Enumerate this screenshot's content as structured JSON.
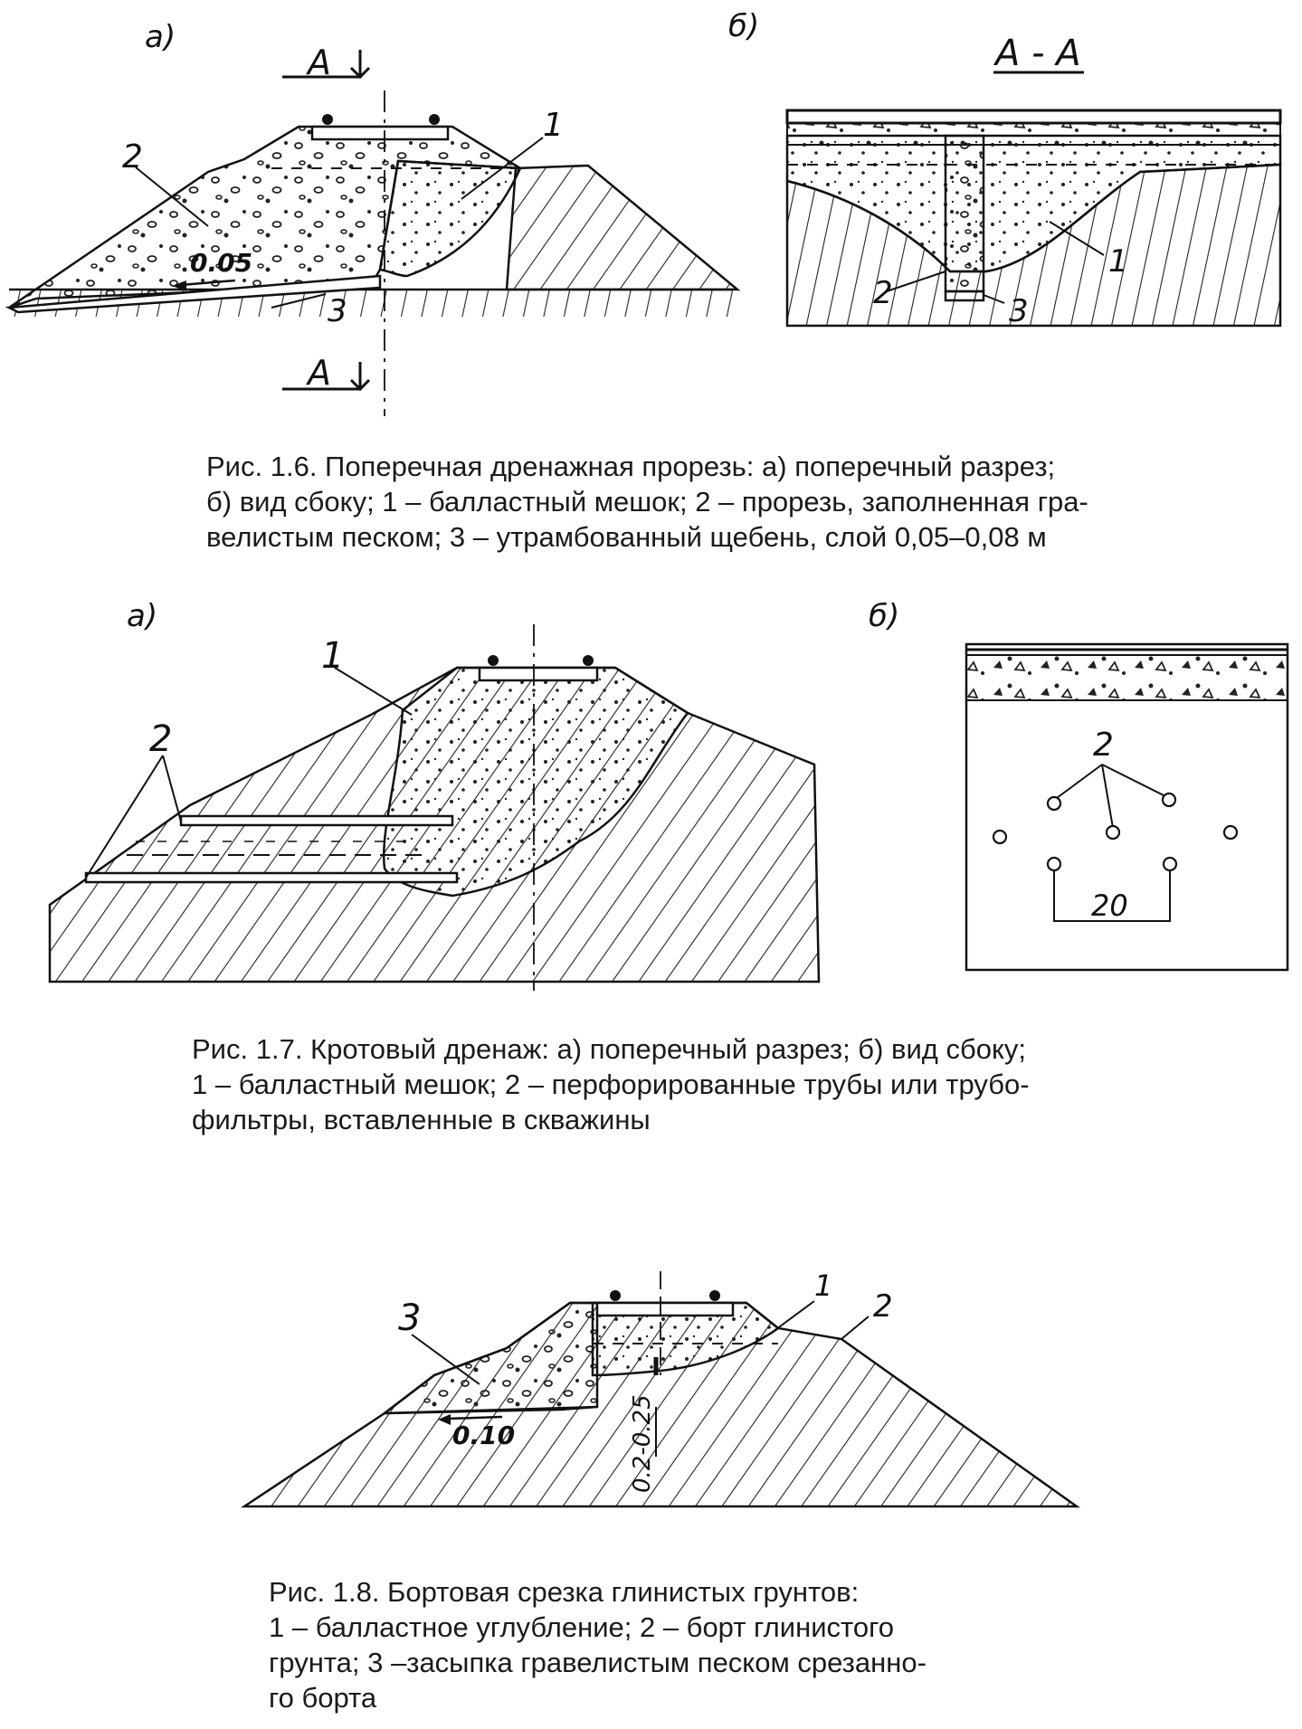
{
  "fig16": {
    "label_a": "а)",
    "label_b": "б)",
    "section_top": "А",
    "section_bottom": "А",
    "section_title": "А - А",
    "num1": "1",
    "num2": "2",
    "num3": "3",
    "slope": "0.05",
    "b_num1": "1",
    "b_num2": "2",
    "b_num3": "3",
    "caption": [
      "Рис. 1.6. Поперечная  дренажная  прорезь: а) поперечный разрез;",
      "б) вид сбоку; 1 – балластный мешок; 2 – прорезь, заполненная гра-",
      "велистым песком;  3 –  утрамбованный  щебень, слой 0,05–0,08 м"
    ]
  },
  "fig17": {
    "label_a": "а)",
    "label_b": "б)",
    "num1": "1",
    "num2": "2",
    "b_num2": "2",
    "dim": "20",
    "caption": [
      "Рис. 1.7. Кротовый дренаж: а) поперечный разрез; б) вид сбоку;",
      "1  –  балластный  мешок;  2  –  перфорированные  трубы  или  трубо-",
      "фильтры, вставленные в скважины"
    ]
  },
  "fig18": {
    "num1": "1",
    "num2": "2",
    "num3": "3",
    "slope": "0.10",
    "depth": "0.2-0.25",
    "caption": [
      "Рис. 1.8. Бортовая срезка глинистых грунтов:",
      "1  –  балластное  углубление;  2  –  борт  глинистого",
      "грунта;  3 –засыпка  гравелистым  песком срезанно-",
      "го борта"
    ]
  }
}
